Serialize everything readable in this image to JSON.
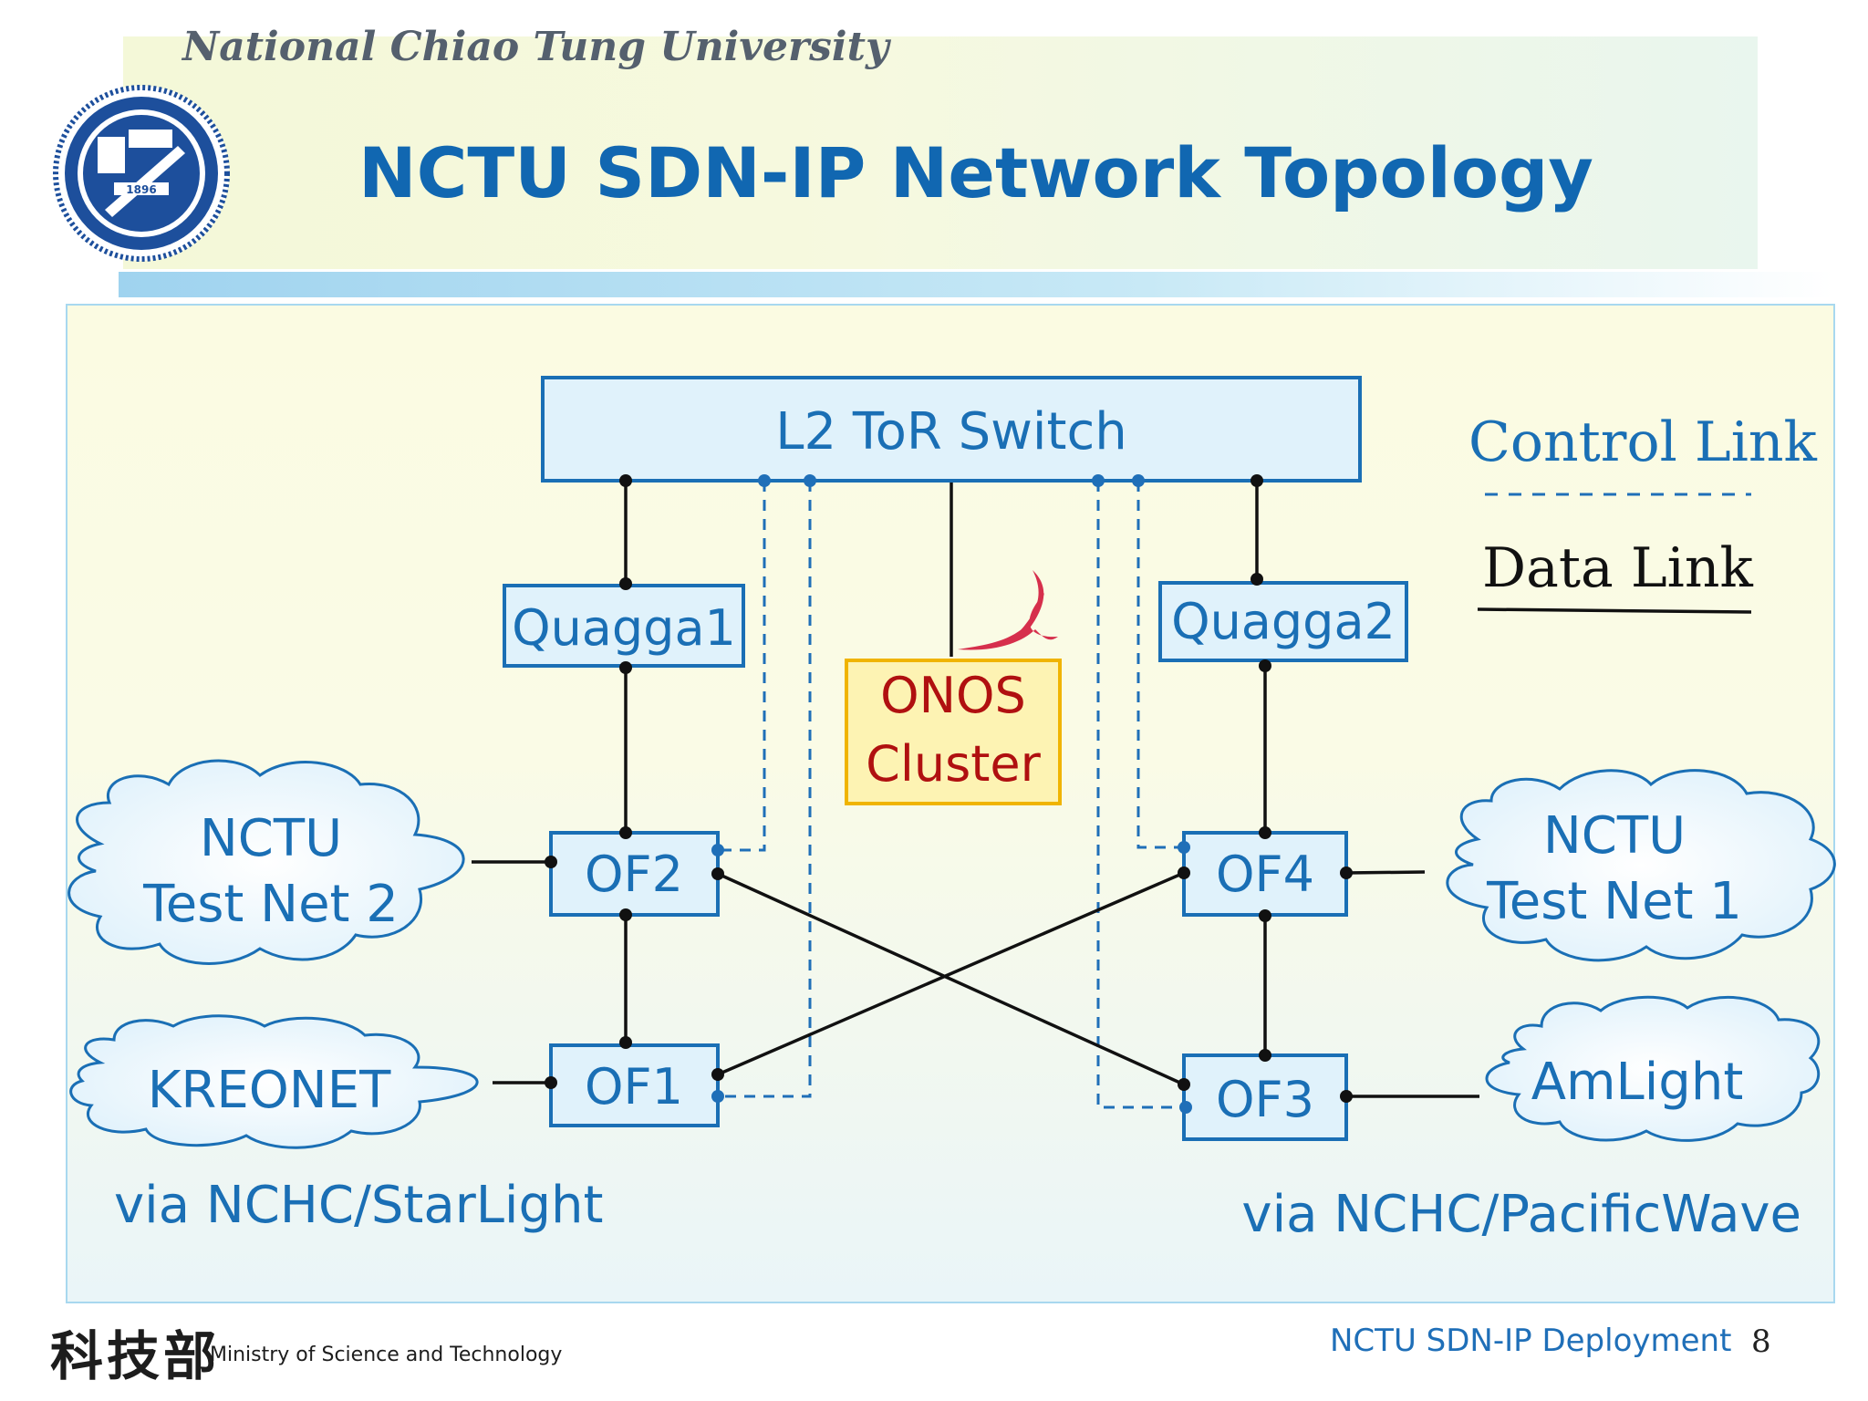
{
  "header": {
    "university": "National Chiao Tung University",
    "title": "NCTU SDN-IP Network Topology",
    "logo_text": "1896"
  },
  "diagram": {
    "switch_label": "L2 ToR Switch",
    "quagga1": "Quagga1",
    "quagga2": "Quagga2",
    "onos_line1": "ONOS",
    "onos_line2": "Cluster",
    "of1": "OF1",
    "of2": "OF2",
    "of3": "OF3",
    "of4": "OF4",
    "cloud_testnet2_line1": "NCTU",
    "cloud_testnet2_line2": "Test Net 2",
    "cloud_testnet1_line1": "NCTU",
    "cloud_testnet1_line2": "Test Net 1",
    "cloud_kreonet": "KREONET",
    "cloud_amlight": "AmLight",
    "via_left": "via NCHC/StarLight",
    "via_right": "via NCHC/PacificWave",
    "legend_control": "Control Link",
    "legend_data": "Data Link"
  },
  "footer": {
    "deployment": "NCTU SDN-IP Deployment",
    "page_number": "8",
    "ministry_cn": "科技部",
    "ministry_en": "Ministry of Science and Technology"
  },
  "colors": {
    "title_blue": "#1167b1",
    "box_blue": "#1a6fb5",
    "box_fill": "#e0f2fb",
    "onos_border": "#f0b400",
    "onos_fill": "#fdf3b3",
    "onos_text": "#b01010",
    "link_black": "#111111",
    "control_blue": "#1f6fb8"
  }
}
